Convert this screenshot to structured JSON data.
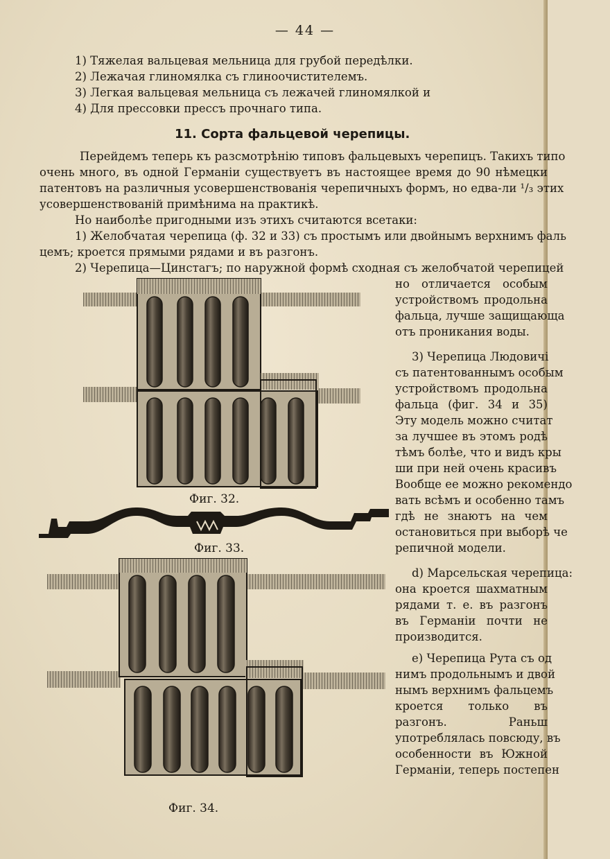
{
  "page_number": "— 44 —",
  "list_items": [
    "1) Тяжелая вальцевая мельница для грубой передѣлки.",
    "2) Лежачая глиномялка съ глиноочистителемъ.",
    "3) Легкая вальцевая мельница съ лежачей глиномялкой и",
    "4) Для прессовки прессъ прочнаго типа."
  ],
  "section_title": "11. Сорта фальцевой черепицы.",
  "intro_lines": [
    "Перейдемъ теперь къ разсмотрѣнію типовъ фальцевыхъ черепицъ. Такихъ типо",
    "очень много, въ одной Германіи существуетъ въ настоящее время до 90 нѣмецки",
    "патентовъ на различныя усовершенствованія черепичныхъ формъ, но едва-ли ¹/₃ этих",
    "усовершенствованій примѣнима на практикѣ.",
    "Но наиболѣе пригодными изъ этихъ считаются всетаки:",
    "1) Желобчатая черепица (ф. 32 и 33) съ простымъ или двойнымъ верхнимъ фаль",
    "цемъ; кроется прямыми рядами и въ разгонъ.",
    "2) Черепица—Цинстагъ; по наружной формѣ сходная съ желобчатой черепицей"
  ],
  "right_column_lines": [
    "но отличается особым",
    "устройствомъ продольна",
    "фальца, лучше защищающа",
    "отъ проникания воды.",
    "3) Черепица Людовичі",
    "съ патентованнымъ особым",
    "устройствомъ продольна",
    "фальца (фиг. 34 и 35)",
    "Эту модель можно считат",
    "за лучшее въ этомъ родѣ",
    "тѣмъ болѣе, что и видъ кры",
    "ши при ней очень красивъ",
    "Вообще ее можно рекомендо",
    "вать всѣмъ и особенно тамъ",
    "гдѣ не знаютъ на чем",
    "остановиться при выборѣ че",
    "репичной модели.",
    "d) Марсельская черепица:",
    "она кроется шахматным",
    "рядами т. е. въ разгонъ",
    "въ Германіи почти не",
    "производится.",
    "e) Черепица Рута съ од",
    "нимъ продольнымъ и двой",
    "нымъ верхнимъ фальцемъ",
    "кроется только въ",
    "разгонъ. Раньш",
    "употреблялась повсюду, въ",
    "особенности въ Южной",
    "Германіи, теперь постепен"
  ],
  "captions": {
    "fig32": "Фиг. 32.",
    "fig33": "Фиг. 33.",
    "fig34": "Фиг. 34."
  }
}
